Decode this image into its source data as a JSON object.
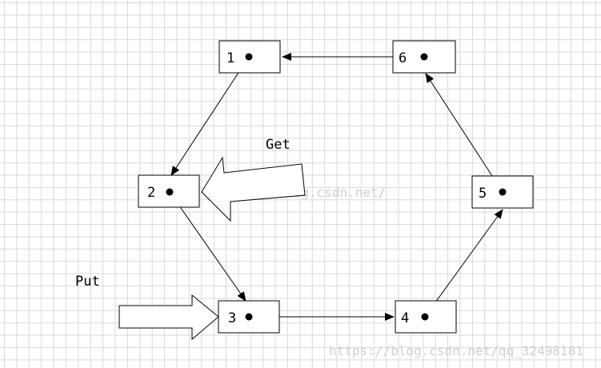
{
  "nodes": [
    {
      "label": "1"
    },
    {
      "label": "2"
    },
    {
      "label": "3"
    },
    {
      "label": "4"
    },
    {
      "label": "5"
    },
    {
      "label": "6"
    }
  ],
  "captions": {
    "get": "Get",
    "put": "Put"
  },
  "watermarks": {
    "center": "http://blog.csdn.net/",
    "corner": "https://blog.csdn.net/qq_32498181"
  }
}
